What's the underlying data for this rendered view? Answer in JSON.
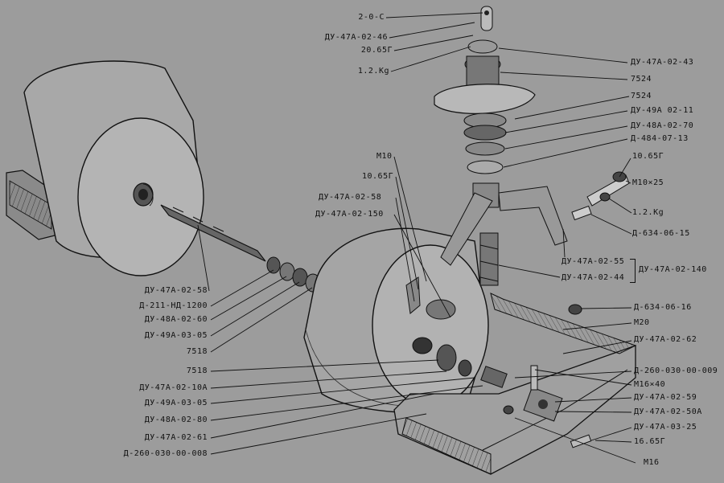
{
  "labels": {
    "top": {
      "l1": "2-0-С",
      "l2": "ДУ-47А-02-46",
      "l3": "20.65Г",
      "l4": "1.2.Kg"
    },
    "right": {
      "r1": "ДУ-47А-02-43",
      "r2": "7524",
      "r3": "7524",
      "r4": "ДУ-49А 02-11",
      "r5": "ДУ-48А-02-70",
      "r6": "Д-484-07-13",
      "r7": "10.65Г",
      "r8": "M10×25",
      "r9": "1.2.Kg",
      "r10": "Д-634-06-15",
      "r11": "ДУ-47А-02-55",
      "r12": "ДУ-47А-02-44",
      "r13": "ДУ-47А-02-140",
      "r14": "Д-634-06-16",
      "r15": "M20",
      "r16": "ДУ-47А-02-62",
      "r17": "Д-260-030-00-009",
      "r18": "M16×40",
      "r19": "ДУ-47А-02-59",
      "r20": "ДУ-47А-02-50А",
      "r21": "ДУ-47А-03-25",
      "r22": "16.65Г",
      "r23": "M16"
    },
    "center": {
      "c1": "M10",
      "c2": "10.65Г",
      "c3": "ДУ-47А-02-58",
      "c4": "ДУ-47А-02-150"
    },
    "left": {
      "l5": "ДУ-47А-02-58",
      "l6": "Д-211-НД-1200",
      "l7": "ДУ-48А-02-60",
      "l8": "ДУ-49А-03-05",
      "l9": "7518",
      "l10": "7518",
      "l11": "ДУ-47А-02-10А",
      "l12": "ДУ-49А-03-05",
      "l13": "ДУ-48А-02-80",
      "l14": "ДУ-47А-02-61",
      "l15": "Д-260-030-00-008"
    }
  }
}
